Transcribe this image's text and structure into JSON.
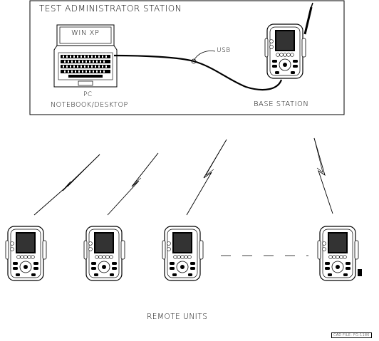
{
  "labels": {
    "station_title": "TEST ADMINISTRATOR STATION",
    "screen_text": "WIN XP",
    "usb": "USB",
    "pc_line1": "PC",
    "pc_line2": "NOTEBOOK/DESKTOP",
    "base_station": "BASE STATION",
    "remote_units": "REMOTE UNITS",
    "cad_file": "CAD FILE: FG-1186"
  },
  "remote_unit_count_shown": 4,
  "colors": {
    "line": "#000000",
    "background": "#ffffff"
  }
}
